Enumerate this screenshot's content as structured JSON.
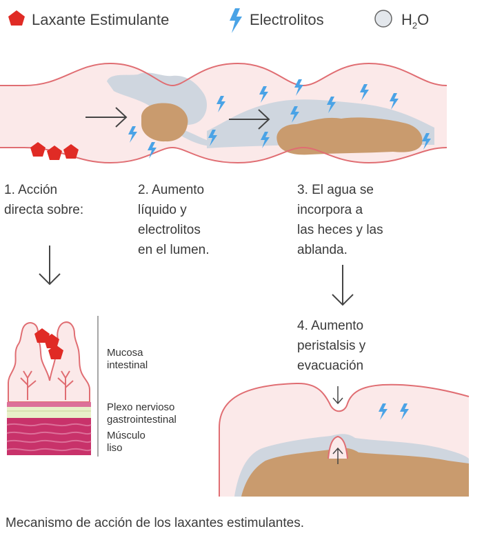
{
  "legend": {
    "laxative": "Laxante Estimulante",
    "electrolytes": "Electrolitos",
    "water_main": "H",
    "water_sub": "2",
    "water_end": "O"
  },
  "steps": {
    "step1": [
      "1. Acción",
      "directa sobre:"
    ],
    "step2": [
      "2. Aumento",
      "líquido y",
      "electrolitos",
      "en el lumen."
    ],
    "step3": [
      "3. El agua se",
      "incorpora a",
      "las heces y las",
      "ablanda."
    ],
    "step4": [
      "4. Aumento",
      "peristalsis y",
      "evacuación"
    ]
  },
  "layers": {
    "mucosa": [
      "Mucosa",
      "intestinal"
    ],
    "plexus": [
      "Plexo nervioso",
      "gastrointestinal"
    ],
    "muscle": [
      "Músculo",
      "liso"
    ]
  },
  "caption": "Mecanismo de acción de los laxantes estimulantes.",
  "colors": {
    "wall": "#e06d72",
    "wall_fill": "#fbe9e9",
    "laxative": "#e02b25",
    "electrolyte": "#4aa3e6",
    "water": "#cfd6df",
    "stool": "#c99b6e",
    "muscle": "#c8326a",
    "muscle_light": "#dc7099",
    "plexus": "#e8f0c9",
    "text": "#3a3a3a"
  }
}
